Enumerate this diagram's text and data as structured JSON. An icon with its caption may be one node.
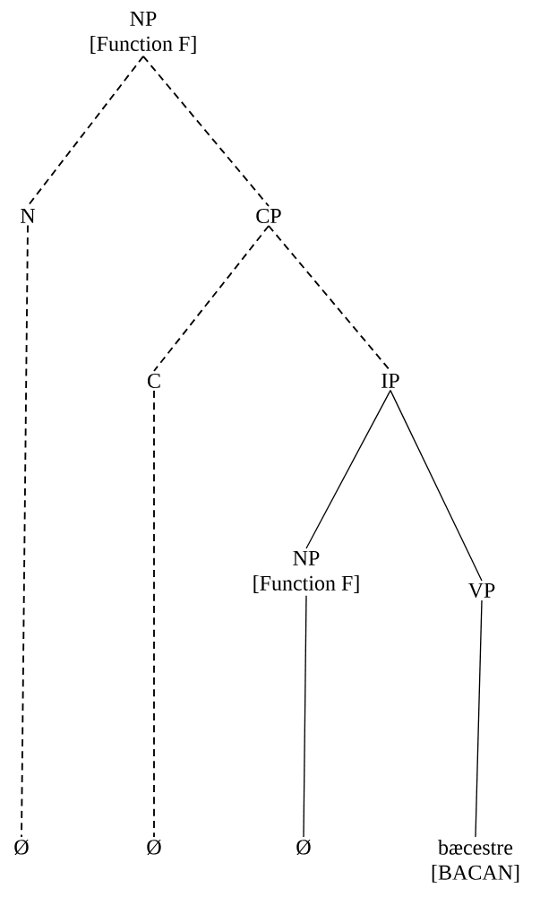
{
  "diagram": {
    "nodes": [
      {
        "text": [
          "NP",
          "[Function F]"
        ]
      },
      {
        "text": [
          "N"
        ]
      },
      {
        "text": [
          "CP"
        ]
      },
      {
        "text": [
          "C"
        ]
      },
      {
        "text": [
          "IP"
        ]
      },
      {
        "text": [
          "NP",
          "[Function F]"
        ]
      },
      {
        "text": [
          "VP"
        ]
      },
      {
        "text": [
          "Ø"
        ]
      },
      {
        "text": [
          "Ø"
        ]
      },
      {
        "text": [
          "Ø"
        ]
      },
      {
        "text": [
          "bæcestre",
          "[BACAN]"
        ]
      }
    ],
    "edges": [
      {
        "from": 0,
        "to": 1,
        "arrow": "none",
        "style": "dashed"
      },
      {
        "from": 0,
        "to": 2,
        "arrow": "none",
        "style": "dashed"
      },
      {
        "from": 1,
        "to": 7,
        "arrow": "none",
        "style": "dashed"
      },
      {
        "from": 2,
        "to": 3,
        "arrow": "none",
        "style": "dashed"
      },
      {
        "from": 2,
        "to": 4,
        "arrow": "none",
        "style": "dashed"
      },
      {
        "from": 3,
        "to": 8,
        "arrow": "none",
        "style": "dashed"
      },
      {
        "from": 4,
        "to": 5,
        "arrow": "none"
      },
      {
        "from": 4,
        "to": 6,
        "arrow": "none"
      },
      {
        "from": 5,
        "to": 9,
        "arrow": "none"
      },
      {
        "from": 6,
        "to": 10,
        "arrow": "none"
      }
    ]
  }
}
